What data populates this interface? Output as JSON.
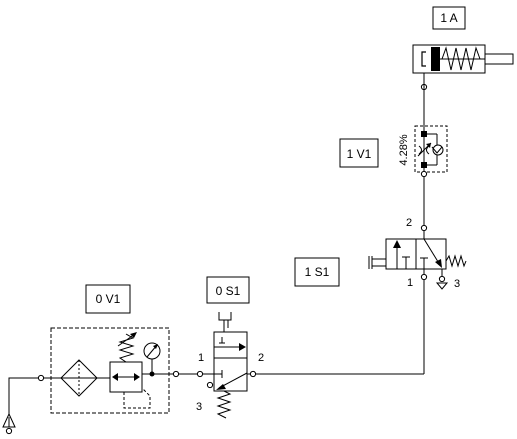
{
  "components": {
    "cylinder": {
      "label": "1 A"
    },
    "flow_control_valve": {
      "label": "1 V1",
      "setting": "4.28%"
    },
    "roller_valve": {
      "label": "1 S1",
      "port_in": "1",
      "port_out": "2",
      "port_exhaust": "3"
    },
    "manual_valve": {
      "label": "0 S1",
      "port_in": "1",
      "port_out": "2",
      "port_exhaust": "3"
    },
    "service_unit": {
      "label": "0 V1"
    }
  }
}
